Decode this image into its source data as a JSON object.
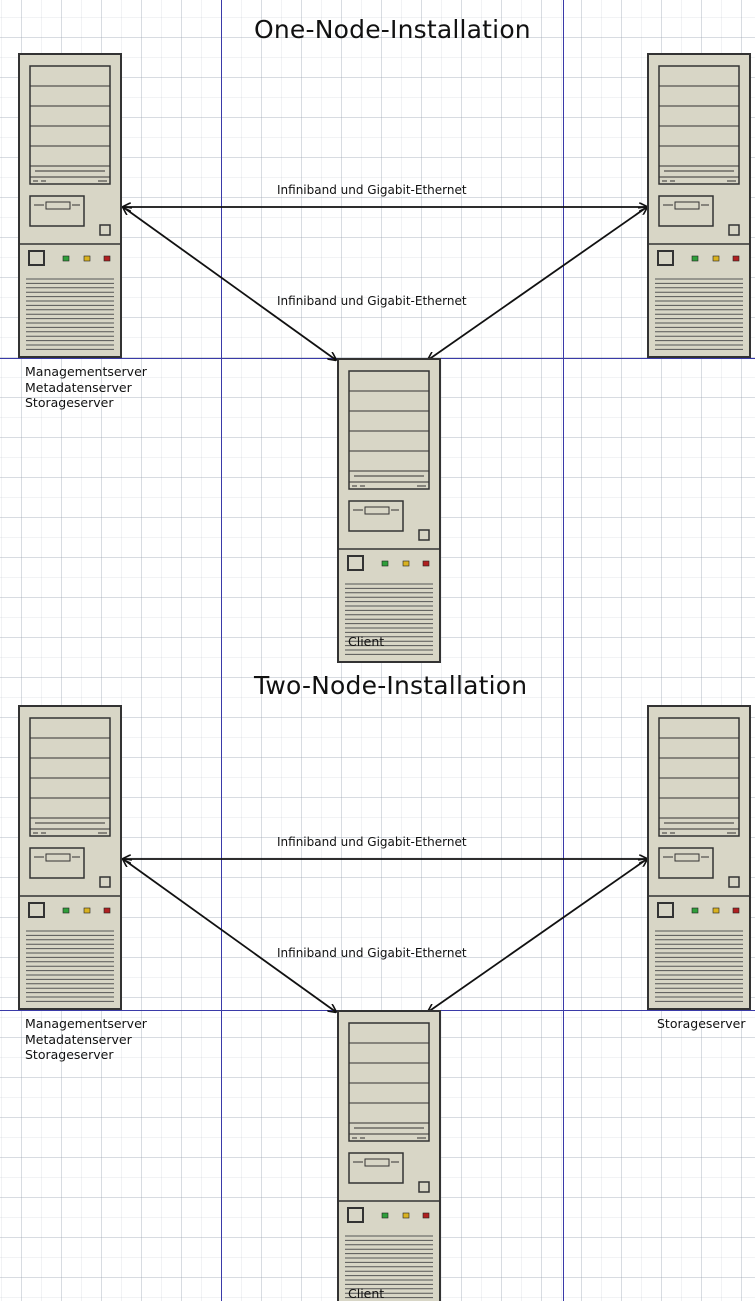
{
  "diagrams": [
    {
      "title": "One-Node-Installation",
      "link_labels": [
        "Infiniband und Gigabit-Ethernet",
        "Infiniband und Gigabit-Ethernet"
      ],
      "left_server_roles": [
        "Managementserver",
        "Metadatenserver",
        "Storageserver"
      ],
      "right_server_roles": [],
      "client_label": "Client"
    },
    {
      "title": "Two-Node-Installation",
      "link_labels": [
        "Infiniband und Gigabit-Ethernet",
        "Infiniband und Gigabit-Ethernet"
      ],
      "left_server_roles": [
        "Managementserver",
        "Metadatenserver",
        "Storageserver"
      ],
      "right_server_roles": [
        "Storageserver"
      ],
      "client_label": "Client"
    }
  ],
  "colors": {
    "guide_line": "#3a3aa8",
    "case_fill": "#d8d6c6",
    "case_stroke": "#333333",
    "led_green": "#2f9e3a",
    "led_yellow": "#d9b21f",
    "led_red": "#b02020",
    "arrow": "#111111"
  }
}
